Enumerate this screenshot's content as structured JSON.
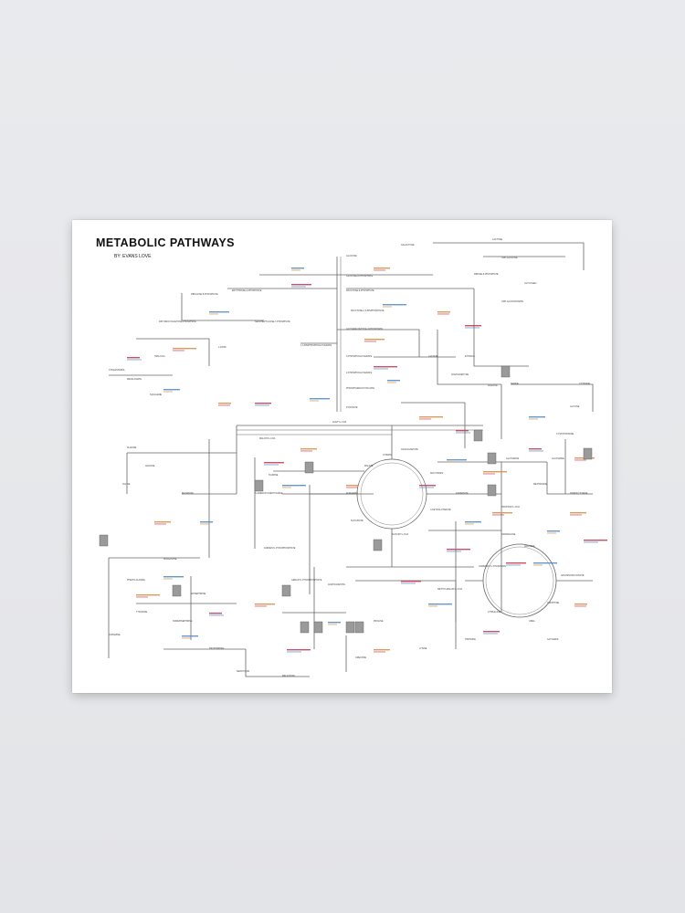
{
  "poster": {
    "title": "METABOLIC PATHWAYS",
    "author": "BY: EVANS LOVE"
  },
  "colors": {
    "background": "#e7e8eb",
    "paper": "#ffffff",
    "pathway_line": "#555555",
    "enzyme_blue": "#4a86c5",
    "enzyme_orange": "#d7893a",
    "enzyme_red": "#c9304a",
    "metabolite_text": "#444444"
  },
  "metabolites": [
    "GLUCOSE-6-PHOSPHATE",
    "FRUCTOSE-6-PHOSPHATE",
    "FRUCTOSE-1,6-BISPHOSPHATE",
    "GLUCOSE",
    "GALACTOSE",
    "LACTOSE",
    "UDP-GLUCOSE",
    "UDP-GLUCURONATE",
    "GLYCOGEN",
    "RIBOSE-5-PHOSPHATE",
    "RIBULOSE-5-PHOSPHATE",
    "ERYTHROSE-4-PHOSPHATE",
    "SEDOHEPTULOSE-7-PHOSPHATE",
    "DIHYDROXYACETONE PHOSPHATE",
    "GLYCERALDEHYDE-3-PHOSPHATE",
    "1,3-BISPHOSPHOGLYCERATE",
    "3-PHOSPHOGLYCERATE",
    "2-PHOSPHOGLYCERATE",
    "PHOSPHOENOLPYRUVATE",
    "PYRUVATE",
    "LACTATE",
    "ETHANOL",
    "ACETALDEHYDE",
    "ACETATE",
    "ACETYL-COA",
    "MALONYL-COA",
    "PALMITATE",
    "CITRATE",
    "ISOCITRATE",
    "α-KETOGLUTARATE",
    "SUCCINYL-COA",
    "SUCCINATE",
    "FUMARATE",
    "MALATE",
    "OXALOACETATE",
    "GLUTAMATE",
    "GLUTAMINE",
    "ASPARTATE",
    "ASPARAGINE",
    "ARGININE",
    "ORNITHINE",
    "CITRULLINE",
    "UREA",
    "CARBAMOYL PHOSPHATE",
    "ARGININOSUCCINATE",
    "SERINE",
    "GLYCINE",
    "CYSTEINE",
    "CYSTATHIONINE",
    "HOMOCYSTEINE",
    "METHIONINE",
    "S-ADENOSYLMETHIONINE",
    "ALANINE",
    "LEUCINE",
    "VALINE",
    "ISOLEUCINE",
    "PHENYLALANINE",
    "TYROSINE",
    "TRYPTOPHAN",
    "SEROTONIN",
    "MELATONIN",
    "DOPAMINE",
    "NOREPINEPHRINE",
    "EPINEPHRINE",
    "L-DOPA",
    "HMG-COA",
    "MEVALONATE",
    "CHOLESTEROL",
    "SQUALENE",
    "FARNESYL PYROPHOSPHATE",
    "GERANYL PYROPHOSPHATE",
    "ACETOACETATE",
    "PROPIONYL-COA",
    "METHYLMALONYL-COA",
    "HISTIDINE",
    "PROLINE",
    "LYSINE",
    "CREATINE",
    "TAURINE",
    "GLYCEROL"
  ]
}
